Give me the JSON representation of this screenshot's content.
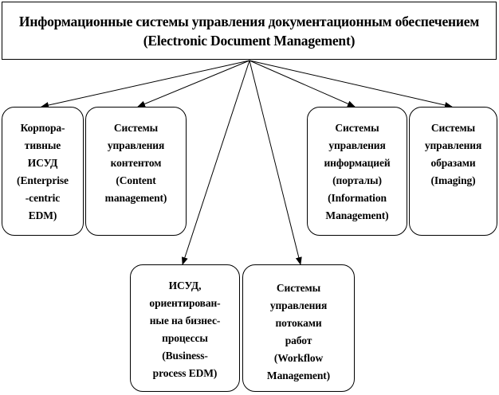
{
  "root": {
    "line1": "Информационные системы управления документационным обеспечением",
    "line2": "(Electronic  Document Management)"
  },
  "nodes": [
    {
      "id": "corporate",
      "lines": [
        "Корпора-",
        "тивные",
        "ИСУД",
        "(Enterprise",
        "-centric",
        "EDM)"
      ]
    },
    {
      "id": "content",
      "lines": [
        "Системы",
        "управления",
        "контентом",
        "(Content",
        "management)"
      ]
    },
    {
      "id": "information",
      "lines": [
        "Системы",
        "управления",
        "информацией",
        "(порталы)",
        "(Information",
        "Management)"
      ]
    },
    {
      "id": "imaging",
      "lines": [
        "Системы",
        "управления",
        "образами",
        "(Imaging)"
      ]
    },
    {
      "id": "business-process",
      "lines": [
        "ИСУД,",
        "ориентирован-",
        "ные на бизнес-",
        "процессы",
        "(Business-",
        "process EDM)"
      ]
    },
    {
      "id": "workflow",
      "lines": [
        "Системы",
        "управления",
        "потоками",
        "работ",
        "(Workflow",
        "Management)"
      ]
    }
  ],
  "colors": {
    "line": "#000000",
    "background": "#ffffff"
  }
}
